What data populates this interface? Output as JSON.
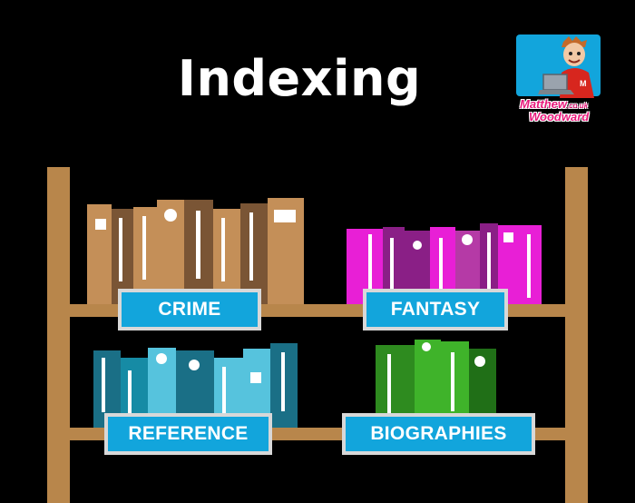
{
  "title": "Indexing",
  "shelves": {
    "top_left_label": "CRIME",
    "top_right_label": "FANTASY",
    "bottom_left_label": "REFERENCE",
    "bottom_right_label": "BIOGRAPHIES"
  },
  "logo": {
    "line1": "Matthew",
    "line1_suffix": ".co.uk",
    "line2": "Woodward"
  },
  "colors": {
    "background": "#000000",
    "wood": "#b8864b",
    "label_fill": "#12a5dc",
    "label_border": "#d8d8d8",
    "crime_books": [
      "#c48f58",
      "#7a5535"
    ],
    "fantasy_books": [
      "#e81fd6",
      "#8a1f86",
      "#b53aa6"
    ],
    "reference_books": [
      "#168ba5",
      "#56c3dd",
      "#1a6f86"
    ],
    "biography_books": [
      "#2e8b1f",
      "#3fb32a",
      "#206f17"
    ]
  },
  "icons": [
    "bookshelf-icon",
    "avatar-icon",
    "laptop-icon"
  ]
}
